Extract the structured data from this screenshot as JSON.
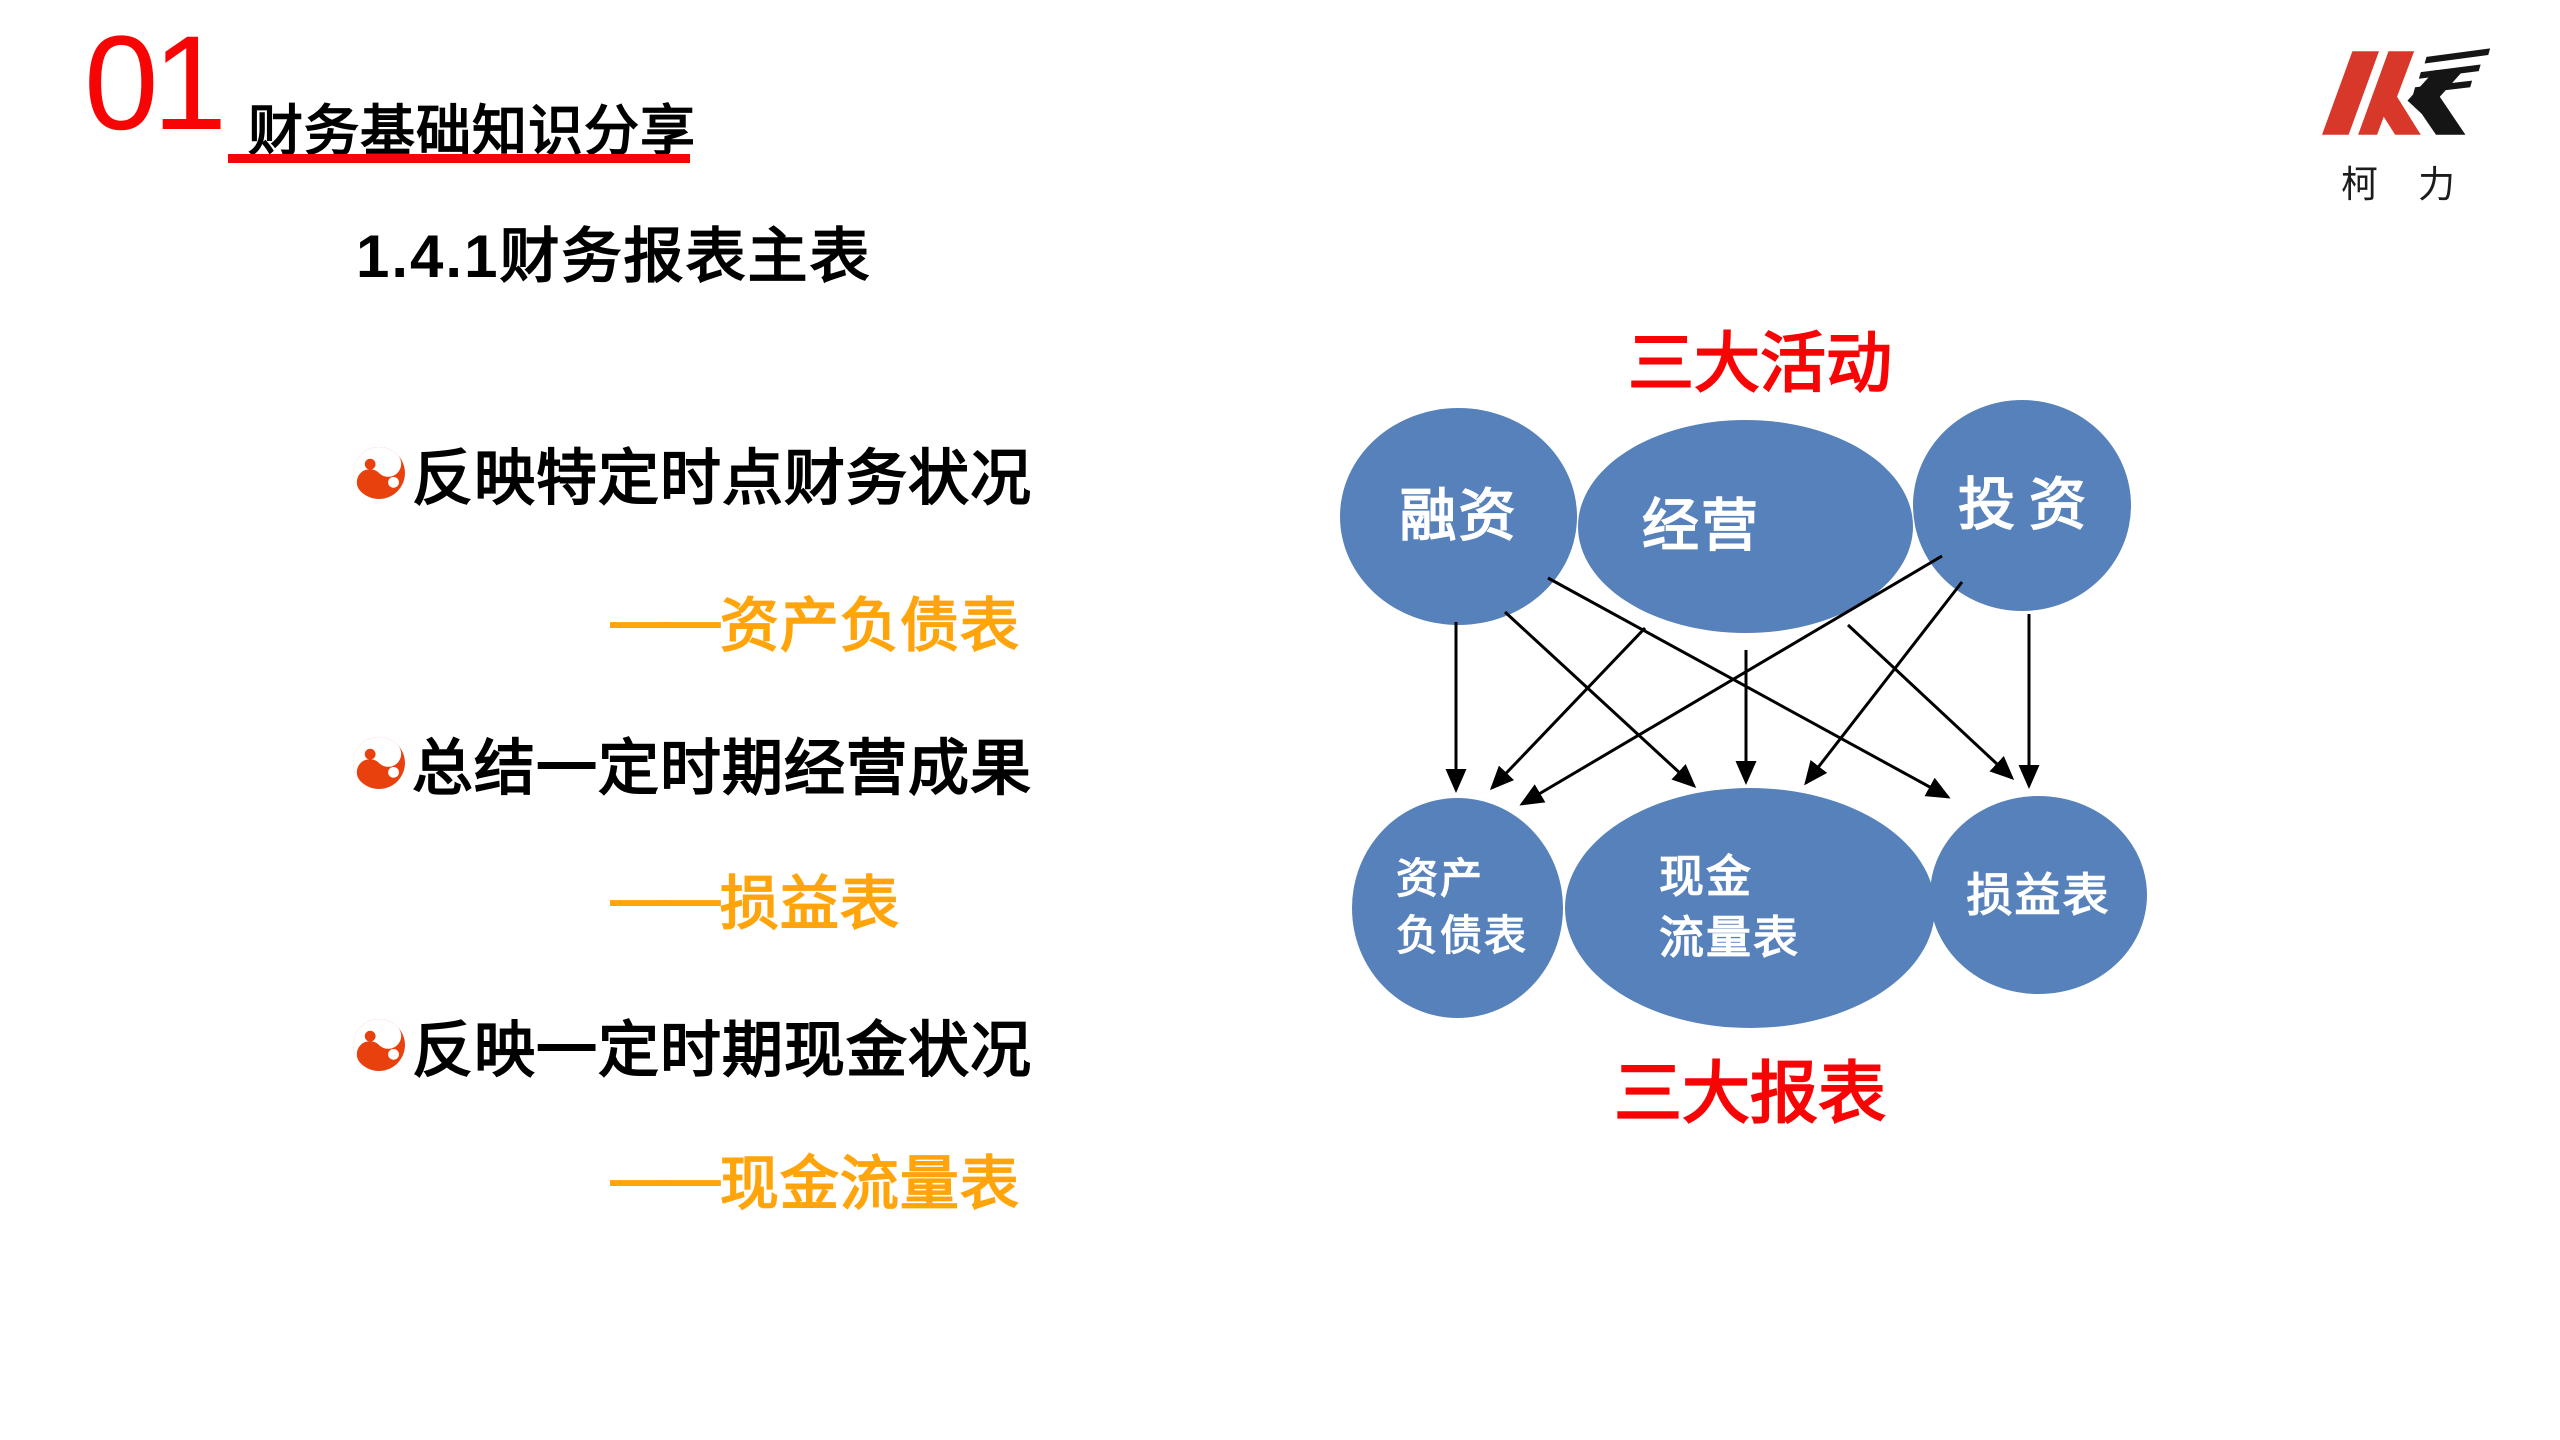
{
  "header": {
    "section_number": "01",
    "section_title": "财务基础知识分享"
  },
  "logo": {
    "icon": "keli-k-logo",
    "brand_name": "柯力"
  },
  "slide_title": "1.4.1财务报表主表",
  "bullets": [
    {
      "icon": "taiji-icon",
      "text": "反映特定时点财务状况",
      "report": {
        "dash": "——",
        "name": "资产负债表"
      }
    },
    {
      "icon": "taiji-icon",
      "text": "总结一定时期经营成果",
      "report": {
        "dash": "——",
        "name": "损益表"
      }
    },
    {
      "icon": "taiji-icon",
      "text": "反映一定时期现金状况",
      "report": {
        "dash": "——",
        "name": "现金流量表"
      }
    }
  ],
  "diagram": {
    "top_label": "三大活动",
    "bottom_label": "三大报表",
    "activities": [
      "融资",
      "经营",
      "投资"
    ],
    "reports": [
      {
        "line1": "资产",
        "line2": "负债表"
      },
      {
        "line1": "现金",
        "line2": "流量表"
      },
      {
        "line1": "损益表"
      }
    ],
    "edges": [
      [
        "融资",
        "资产负债表"
      ],
      [
        "融资",
        "现金流量表"
      ],
      [
        "融资",
        "损益表"
      ],
      [
        "经营",
        "资产负债表"
      ],
      [
        "经营",
        "现金流量表"
      ],
      [
        "经营",
        "损益表"
      ],
      [
        "投资",
        "资产负债表"
      ],
      [
        "投资",
        "现金流量表"
      ],
      [
        "投资",
        "损益表"
      ]
    ]
  },
  "colors": {
    "accent_red": "#f70505",
    "highlight_orange": "#ffa40b",
    "node_blue": "#5681ba",
    "logo_red": "#d8382a",
    "text_black": "#000000",
    "arrow_black": "#000000",
    "node_text": "#ffffff"
  }
}
